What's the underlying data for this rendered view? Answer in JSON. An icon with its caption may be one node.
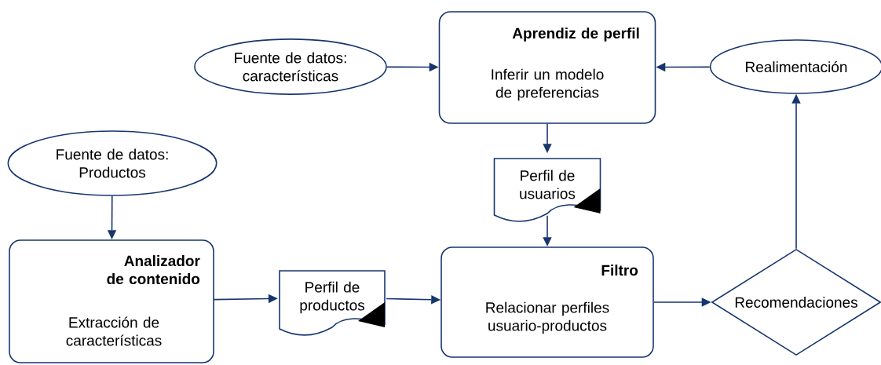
{
  "diagram": {
    "nodes": [
      {
        "text": [
          "Fuente de datos: características"
        ]
      },
      {
        "text": [
          "Aprendiz de perfil",
          "Inferir un modelo de preferencias"
        ]
      },
      {
        "text": [
          "Realimentación"
        ]
      },
      {
        "text": [
          "Fuente de datos: Productos"
        ]
      },
      {
        "text": [
          "Perfil de usuarios"
        ]
      },
      {
        "text": [
          "Analizador de contenido",
          "Extracción de características"
        ]
      },
      {
        "text": [
          "Perfil de productos"
        ]
      },
      {
        "text": [
          "Filtro",
          "Relacionar perfiles usuario-productos"
        ]
      },
      {
        "text": [
          "Recomendaciones"
        ]
      }
    ],
    "edges": [
      {
        "from": 0,
        "to": 1,
        "arrow": "to"
      },
      {
        "from": 2,
        "to": 1,
        "arrow": "to"
      },
      {
        "from": 1,
        "to": 4,
        "arrow": "to"
      },
      {
        "from": 4,
        "to": 7,
        "arrow": "to"
      },
      {
        "from": 3,
        "to": 5,
        "arrow": "to"
      },
      {
        "from": 5,
        "to": 6,
        "arrow": "to"
      },
      {
        "from": 6,
        "to": 7,
        "arrow": "to"
      },
      {
        "from": 7,
        "to": 8,
        "arrow": "to"
      },
      {
        "from": 8,
        "to": 2,
        "arrow": "to"
      }
    ]
  }
}
